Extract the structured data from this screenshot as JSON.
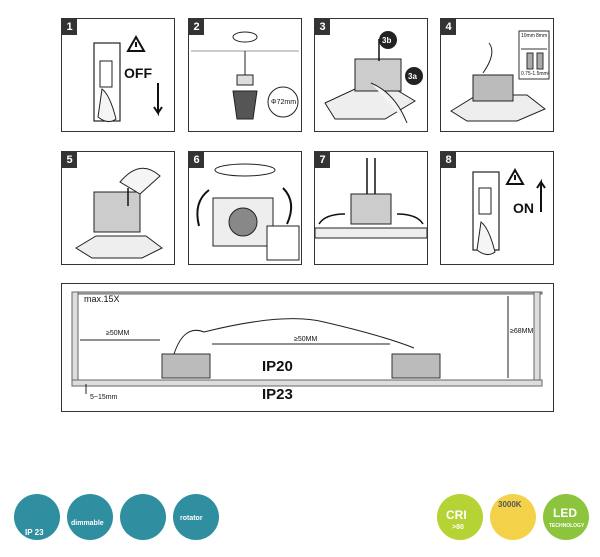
{
  "steps": [
    {
      "number": "1",
      "text": "OFF"
    },
    {
      "number": "2",
      "text": "Φ72mm"
    },
    {
      "number": "3",
      "text_a": "3b",
      "text_b": "3a"
    },
    {
      "number": "4",
      "wire_label_1": "10mm",
      "wire_label_2": "8mm",
      "wire_label_3": "0.75-1.5mm²"
    },
    {
      "number": "5"
    },
    {
      "number": "6"
    },
    {
      "number": "7"
    },
    {
      "number": "8",
      "text": "ON"
    }
  ],
  "install": {
    "max_label": "max.15X",
    "gap_left": "≥50MM",
    "gap_mid": "≥50MM",
    "height": "≥68MM",
    "ceiling": "5~15mm",
    "ip_inner": "IP20",
    "ip_outer": "IP23"
  },
  "badges": {
    "ip": "IP 23",
    "dimmable": "dimmable",
    "rotator": "rotator",
    "cri": "CRI",
    "cri_value": ">80",
    "kelvin": "3000K",
    "led": "LED",
    "led_sub": "TECHNOLOGY"
  },
  "colors": {
    "teal": "#2f8fa0",
    "green": "#8cc43e",
    "lime": "#b5d334",
    "yellow": "#f3d24a"
  }
}
